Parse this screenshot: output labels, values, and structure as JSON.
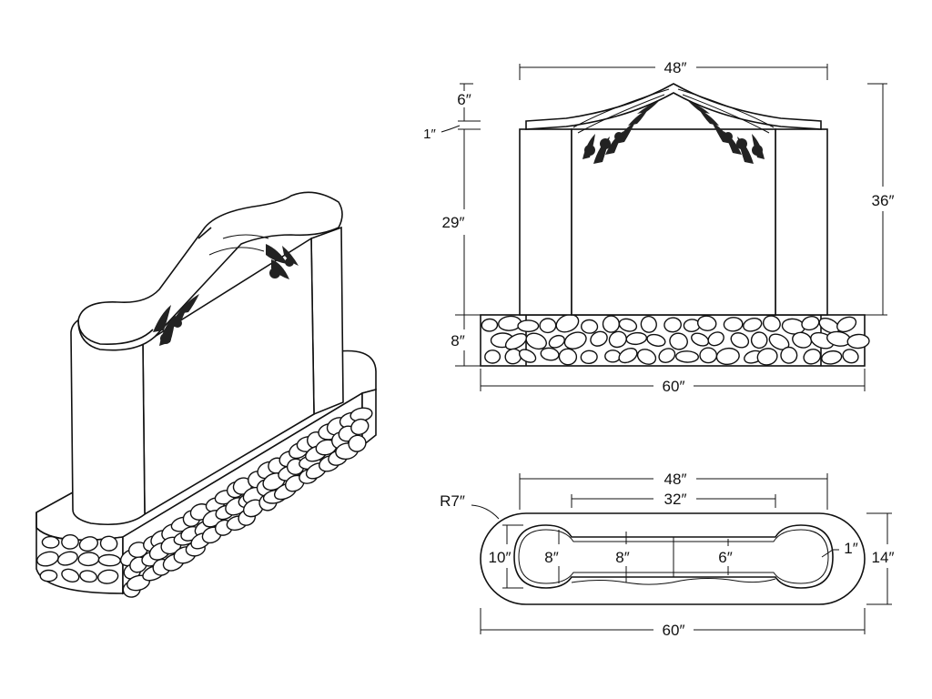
{
  "labels": {
    "elev_top_width": "48″",
    "elev_height_total": "36″",
    "elev_cap": "6″",
    "elev_one": "1″",
    "elev_body": "29″",
    "elev_base": "8″",
    "elev_base_width": "60″",
    "plan_outer_radius": "R7″",
    "plan_top_width": "48″",
    "plan_inner_width": "32″",
    "plan_depth_left": "10″",
    "plan_lobe_left": "8″",
    "plan_mid_left": "8″",
    "plan_mid_right": "6″",
    "plan_gap": "1″",
    "plan_depth_right": "14″",
    "plan_base_width": "60″"
  },
  "colors": {
    "ink": "#111111",
    "paper": "#ffffff"
  }
}
